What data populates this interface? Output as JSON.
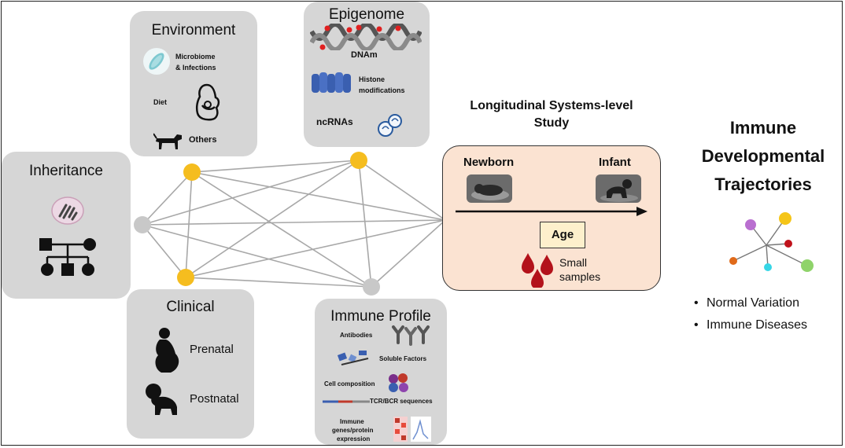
{
  "boxes": {
    "environment": {
      "title": "Environment",
      "items": [
        "Microbiome",
        "& Infections",
        "Diet",
        "Others"
      ]
    },
    "epigenome": {
      "title": "Epigenome",
      "items": [
        "DNAm",
        "Histone",
        "modifications",
        "ncRNAs"
      ]
    },
    "inheritance": {
      "title": "Inheritance"
    },
    "clinical": {
      "title": "Clinical",
      "items": [
        "Prenatal",
        "Postnatal"
      ]
    },
    "immune_profile": {
      "title": "Immune Profile",
      "items": [
        "Antibodies",
        "Soluble Factors",
        "Cell composition",
        "TCR/BCR sequences",
        "Immune",
        "genes/protein",
        "expression"
      ]
    }
  },
  "study": {
    "title_line1": "Longitudinal Systems-level",
    "title_line2": "Study",
    "newborn": "Newborn",
    "infant": "Infant",
    "age": "Age",
    "samples_line1": "Small",
    "samples_line2": "samples"
  },
  "result": {
    "title_line1": "Immune",
    "title_line2": "Developmental",
    "title_line3": "Trajectories",
    "bullets": [
      "Normal Variation",
      "Immune Diseases"
    ]
  },
  "colors": {
    "box_bg": "#d6d6d6",
    "node_yellow": "#f5bd1f",
    "node_gray": "#c8c8c8",
    "edge": "#a8a8a8",
    "study_bg": "#fbe3d2",
    "age_bg": "#fdf0cc",
    "blood": "#b3121b"
  },
  "trajectory_dots": [
    "#b96fd0",
    "#f5c518",
    "#c0121b",
    "#e06a1a",
    "#36d6e6",
    "#8fd36a"
  ]
}
